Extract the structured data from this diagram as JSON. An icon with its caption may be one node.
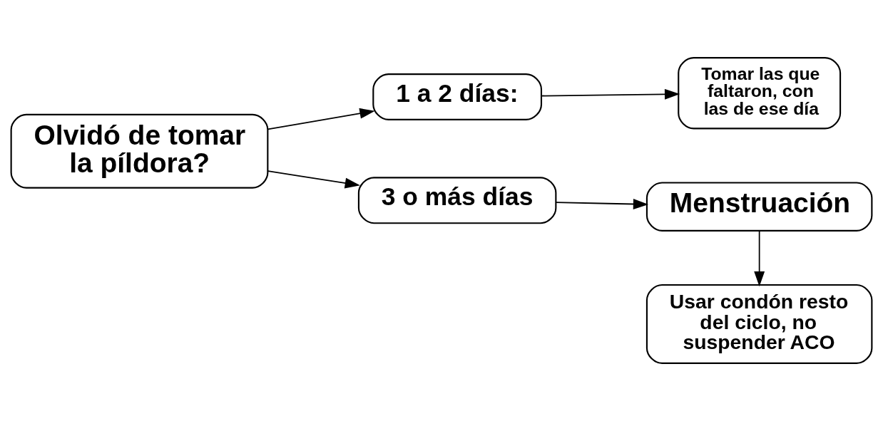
{
  "diagram": {
    "nodes": [
      {
        "text": [
          "Olvidó de tomar la píldora?"
        ]
      },
      {
        "text": [
          "1 a 2 días:"
        ]
      },
      {
        "text": [
          "Tomar las que faltaron, con las de ese día"
        ]
      },
      {
        "text": [
          "3 o más días"
        ]
      },
      {
        "text": [
          "Menstruación"
        ]
      },
      {
        "text": [
          "Usar condón resto del ciclo, no suspender ACO"
        ]
      }
    ],
    "edges": [
      {
        "from": 0,
        "to": 1,
        "arrow": "to"
      },
      {
        "from": 1,
        "to": 2,
        "arrow": "to"
      },
      {
        "from": 0,
        "to": 3,
        "arrow": "to"
      },
      {
        "from": 3,
        "to": 4,
        "arrow": "to"
      },
      {
        "from": 4,
        "to": 5,
        "arrow": "to"
      }
    ]
  }
}
